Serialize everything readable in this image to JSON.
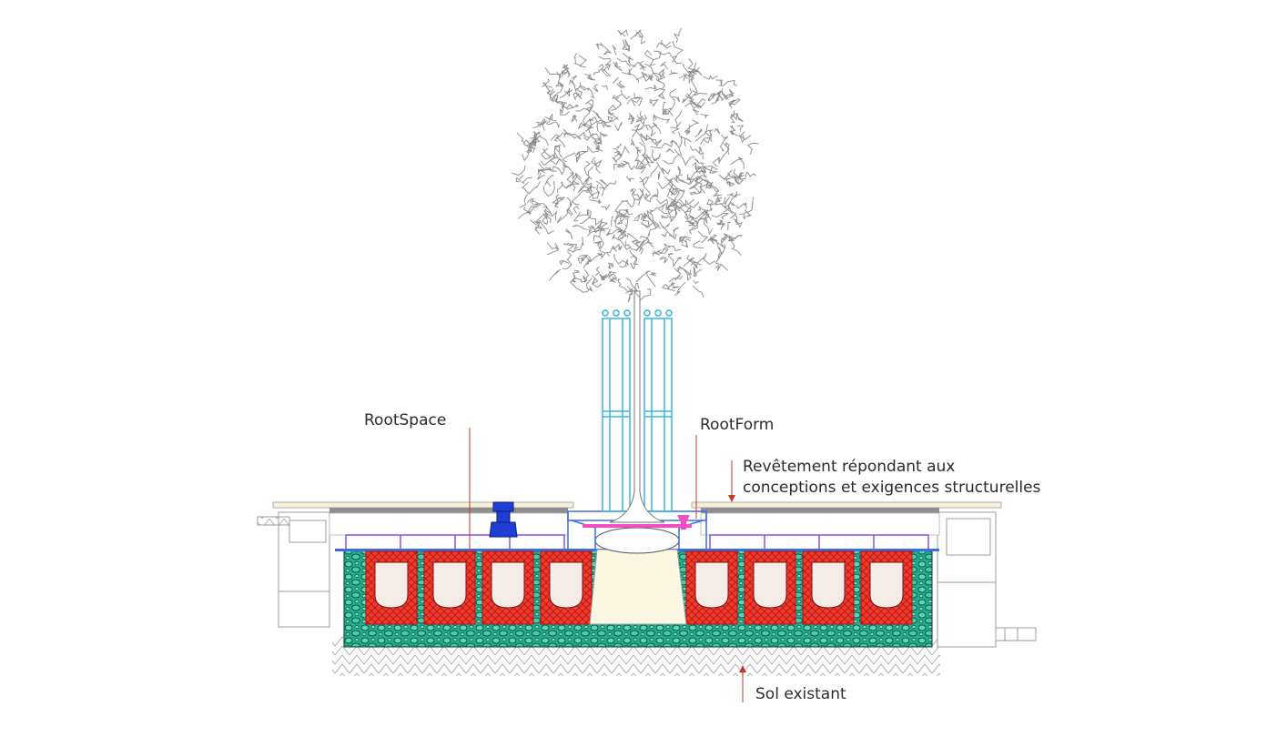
{
  "labels": {
    "rootspace": "RootSpace",
    "rootform": "RootForm",
    "pavement_line1": "Revêtement répondant aux",
    "pavement_line2": "conceptions et exigences structurelles",
    "existing_soil": "Sol existant"
  },
  "colors": {
    "leader": "#c0392b",
    "cell_red": "#e8261f",
    "gravel": "#2bb596",
    "frame_blue": "#3a6ee8",
    "guard_cyan": "#39b6e0",
    "purple": "#8a4fe0",
    "pink": "#f04fc4",
    "soil_hatch": "#9a9a9a",
    "tree_line": "#8a8a8a"
  }
}
